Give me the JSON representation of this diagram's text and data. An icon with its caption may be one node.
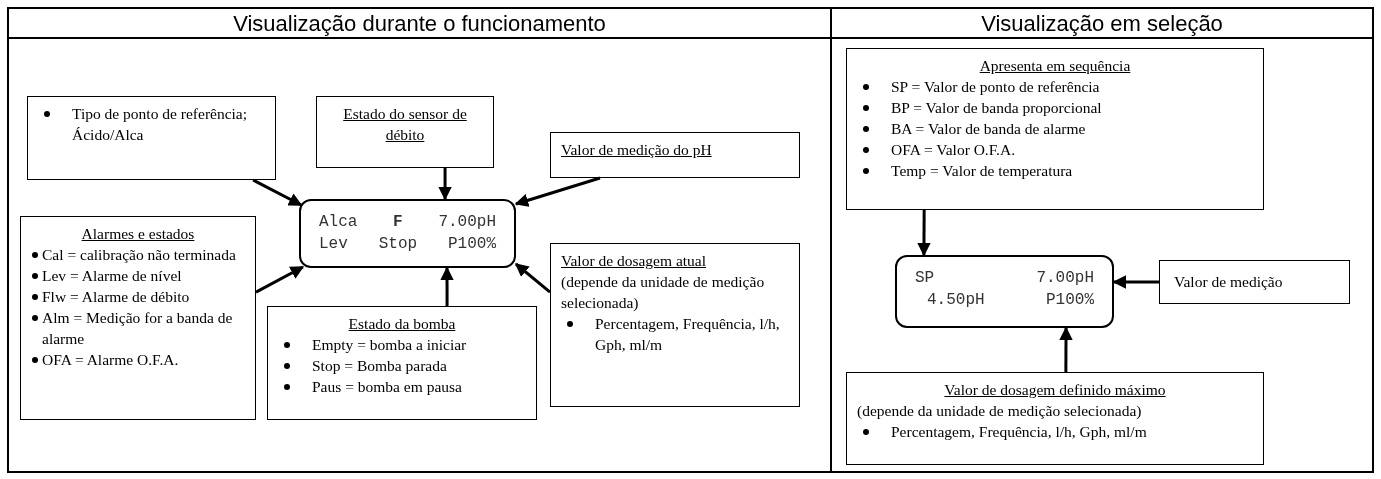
{
  "diagram": {
    "nodes": [
      {
        "text": [
          "Visualização durante o funcionamento"
        ]
      },
      {
        "text": [
          "Tipo de ponto de referência; Ácido/Alca"
        ],
        "in": 0
      },
      {
        "text": [
          "Estado do sensor de débito"
        ],
        "in": 0
      },
      {
        "text": [
          "Valor de medição do pH"
        ],
        "in": 0
      },
      {
        "text": [
          "Alca **F** 7.00pH",
          "Lev Stop P100%"
        ],
        "in": 0
      },
      {
        "text": [
          "Alarmes e estados",
          "Cal = calibração não terminada",
          "Lev = Alarme de nível",
          "Flw = Alarme de débito",
          "Alm = Medição for a banda de alarme",
          "OFA = Alarme O.F.A."
        ],
        "in": 0
      },
      {
        "text": [
          "Estado da bomba",
          "Empty = bomba a iniciar",
          "Stop = Bomba parada",
          "Paus = bomba em pausa"
        ],
        "in": 0
      },
      {
        "text": [
          "Valor de dosagem atual",
          "(depende da unidade de medição selecionada)",
          "Percentagem, Frequência, l/h, Gph, ml/m"
        ],
        "in": 0
      },
      {
        "text": [
          "Visualização em seleção"
        ]
      },
      {
        "text": [
          "Apresenta em sequência",
          "SP = Valor de ponto de referência",
          "BP = Valor de banda proporcional",
          "BA = Valor de banda de alarme",
          "OFA = Valor O.F.A.",
          "Temp = Valor de temperatura"
        ],
        "in": 8
      },
      {
        "text": [
          "SP 7.00pH",
          "4.50pH P100%"
        ],
        "in": 8
      },
      {
        "text": [
          "Valor de medição"
        ],
        "in": 8
      },
      {
        "text": [
          "Valor de dosagem definido máximo",
          "(depende da unidade de medição selecionada)",
          "Percentagem, Frequência, l/h, Gph, ml/m"
        ],
        "in": 8
      }
    ],
    "edges": [
      {
        "from": 1,
        "to": 4,
        "arrow": "to"
      },
      {
        "from": 2,
        "to": 4,
        "arrow": "to"
      },
      {
        "from": 3,
        "to": 4,
        "arrow": "to"
      },
      {
        "from": 5,
        "to": 4,
        "arrow": "to"
      },
      {
        "from": 6,
        "to": 4,
        "arrow": "to"
      },
      {
        "from": 7,
        "to": 4,
        "arrow": "to"
      },
      {
        "from": 9,
        "to": 10,
        "arrow": "to"
      },
      {
        "from": 11,
        "to": 10,
        "arrow": "to"
      },
      {
        "from": 12,
        "to": 10,
        "arrow": "to"
      }
    ]
  }
}
